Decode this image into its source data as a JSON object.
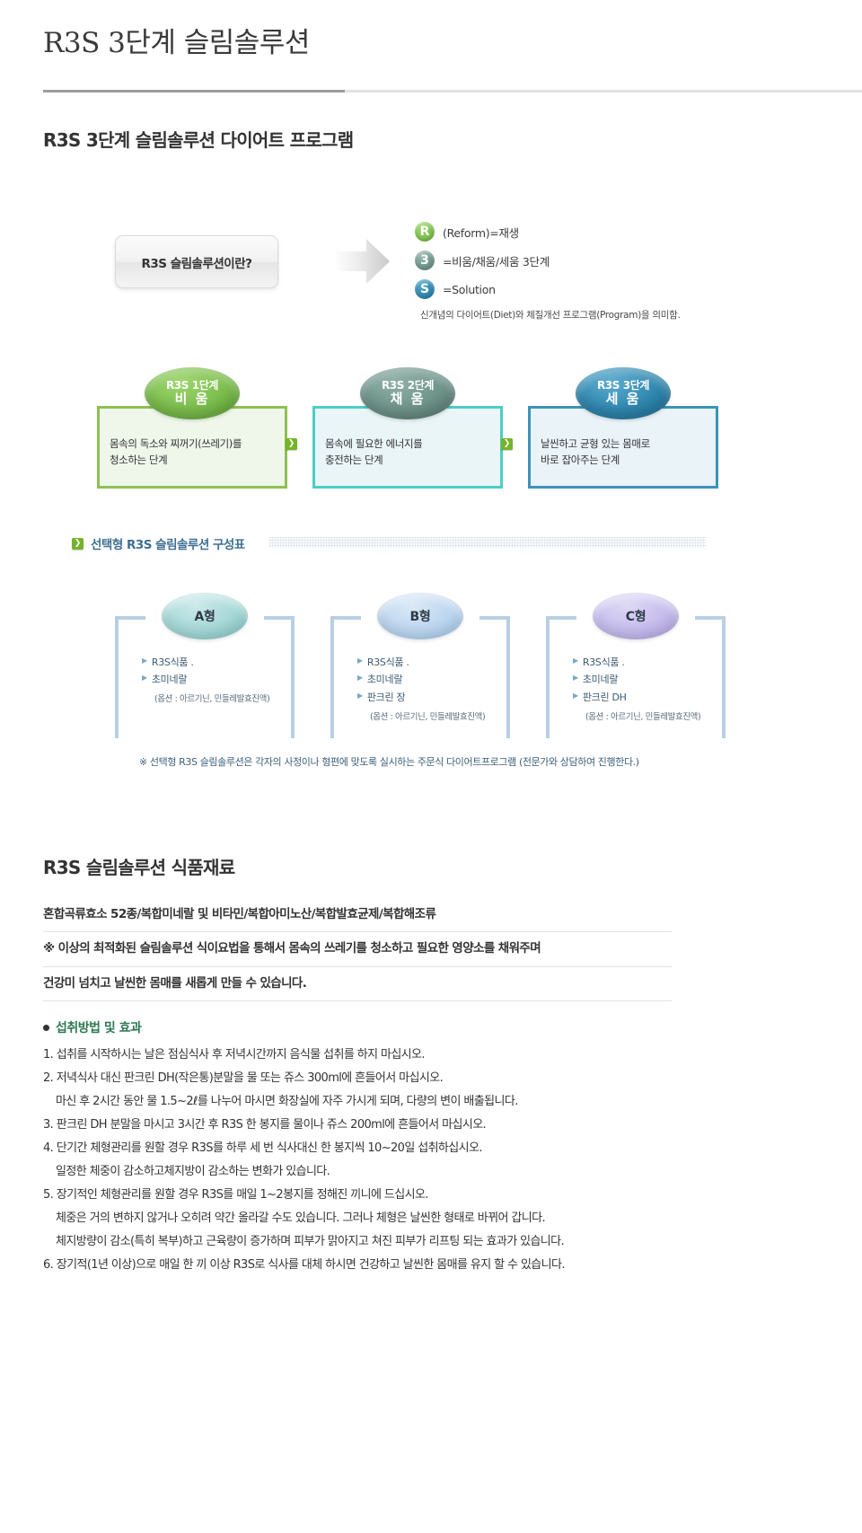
{
  "header": {
    "title": "R3S 3단계 슬림솔루션"
  },
  "program_section": {
    "heading": "R3S 3단계 슬림솔루션 다이어트 프로그램",
    "intro_pill": "R3S 슬림솔루션이란?",
    "legend": [
      {
        "badge": "R",
        "text": "(Reform)=재생",
        "color": "#7bbd4c"
      },
      {
        "badge": "3",
        "text": "=비움/채움/세움 3단계",
        "color": "#6e9389"
      },
      {
        "badge": "S",
        "text": "=Solution",
        "color": "#2f86ae"
      }
    ],
    "legend_note": "신개념의 다이어트(Diet)와 체질개선 프로그램(Program)을 의미함."
  },
  "stages": [
    {
      "ellipse_top": "R3S 1단계",
      "ellipse_bottom": "비 움",
      "desc_line1": "몸속의 독소와 찌꺼기(쓰레기)를",
      "desc_line2": "청소하는 단계",
      "border_color": "#8cc152"
    },
    {
      "ellipse_top": "R3S 2단계",
      "ellipse_bottom": "채 움",
      "desc_line1": "몸속에 필요한 에너지를",
      "desc_line2": "충전하는 단계",
      "border_color": "#4ecdc4"
    },
    {
      "ellipse_top": "R3S 3단계",
      "ellipse_bottom": "세 움",
      "desc_line1": "날씬하고 균형 있는 몸매로",
      "desc_line2": "바로 잡아주는 단계",
      "border_color": "#3d92bb"
    }
  ],
  "composition": {
    "heading": "선택형 R3S 슬림솔루션 구성표",
    "types": [
      {
        "label": "A형",
        "items": [
          "R3S식품 .",
          "초미네랄"
        ],
        "option": "(옵션 : 아르기닌, 민들레발효진액)",
        "color": "#a4d7d6"
      },
      {
        "label": "B형",
        "items": [
          "R3S식품 .",
          "초미네랄",
          "판크린 장"
        ],
        "option": "(옵션 : 아르기닌, 민들레발효진액)",
        "color": "#bcd6ef"
      },
      {
        "label": "C형",
        "items": [
          "R3S식품 .",
          "초미네랄",
          "판크린 DH"
        ],
        "option": "(옵션 : 아르기닌, 민들레발효진액)",
        "color": "#c5bcec"
      }
    ],
    "footnote": "※  선택형 R3S 슬림솔루션은 각자의 사정이나 형편에 맞도록 실시하는 주문식 다이어트프로그램 (전문가와 상담하여 진행한다.)"
  },
  "food_section": {
    "heading": "R3S 슬림솔루션 식품재료",
    "lines": [
      "혼합곡류효소 52종/복합미네랄 및 비타민/복합아미노산/복합발효균제/복합해조류",
      "※ 이상의 최적화된 슬림솔루션 식이요법을 통해서 몸속의 쓰레기를 청소하고 필요한 영양소를 채워주며",
      "건강미 넘치고 날씬한 몸매를 새롭게 만들 수 있습니다."
    ]
  },
  "howto": {
    "heading": "섭취방법 및 효과",
    "steps": [
      {
        "text": "1. 섭취를 시작하시는 날은 점심식사 후 저녁시간까지 음식물 섭취를 하지 마십시오.",
        "indent": false
      },
      {
        "text": "2. 저녁식사 대신 판크린 DH(작은통)분말을 물 또는 쥬스 300ml에 흔들어서 마십시오.",
        "indent": false
      },
      {
        "text": "마신 후 2시간 동안 물 1.5~2ℓ를 나누어 마시면 화장실에 자주 가시게 되며, 다량의 변이 배출됩니다.",
        "indent": true
      },
      {
        "text": "3. 판크린 DH 분말을 마시고 3시간 후 R3S 한 봉지를 물이나 쥬스 200ml에 흔들어서 마십시오.",
        "indent": false
      },
      {
        "text": "4. 단기간 체형관리를 원할 경우 R3S를 하루 세 번 식사대신 한 봉지씩 10~20일 섭취하십시오.",
        "indent": false
      },
      {
        "text": "일정한 체중이 감소하고체지방이 감소하는 변화가 있습니다.",
        "indent": true
      },
      {
        "text": "5. 장기적인 체형관리를 원할 경우 R3S를 매일 1~2봉지를 정해진 끼니에 드십시오.",
        "indent": false
      },
      {
        "text": "체중은 거의 변하지 않거나 오히려 약간 올라갈 수도 있습니다. 그러나 체형은 날씬한 형태로 바뀌어 갑니다.",
        "indent": true
      },
      {
        "text": "체지방량이 감소(특히 복부)하고 근육량이 증가하며 피부가 맑아지고 쳐진 피부가 리프팅 되는 효과가 있습니다.",
        "indent": true
      },
      {
        "text": "6. 장기적(1년 이상)으로 매일 한 끼 이상 R3S로 식사를 대체 하시면 건강하고 날씬한 몸매를 유지 할 수 있습니다.",
        "indent": false
      }
    ]
  },
  "icons": {
    "arrow_right_small": "❯",
    "triangle_bullet": "▶"
  }
}
